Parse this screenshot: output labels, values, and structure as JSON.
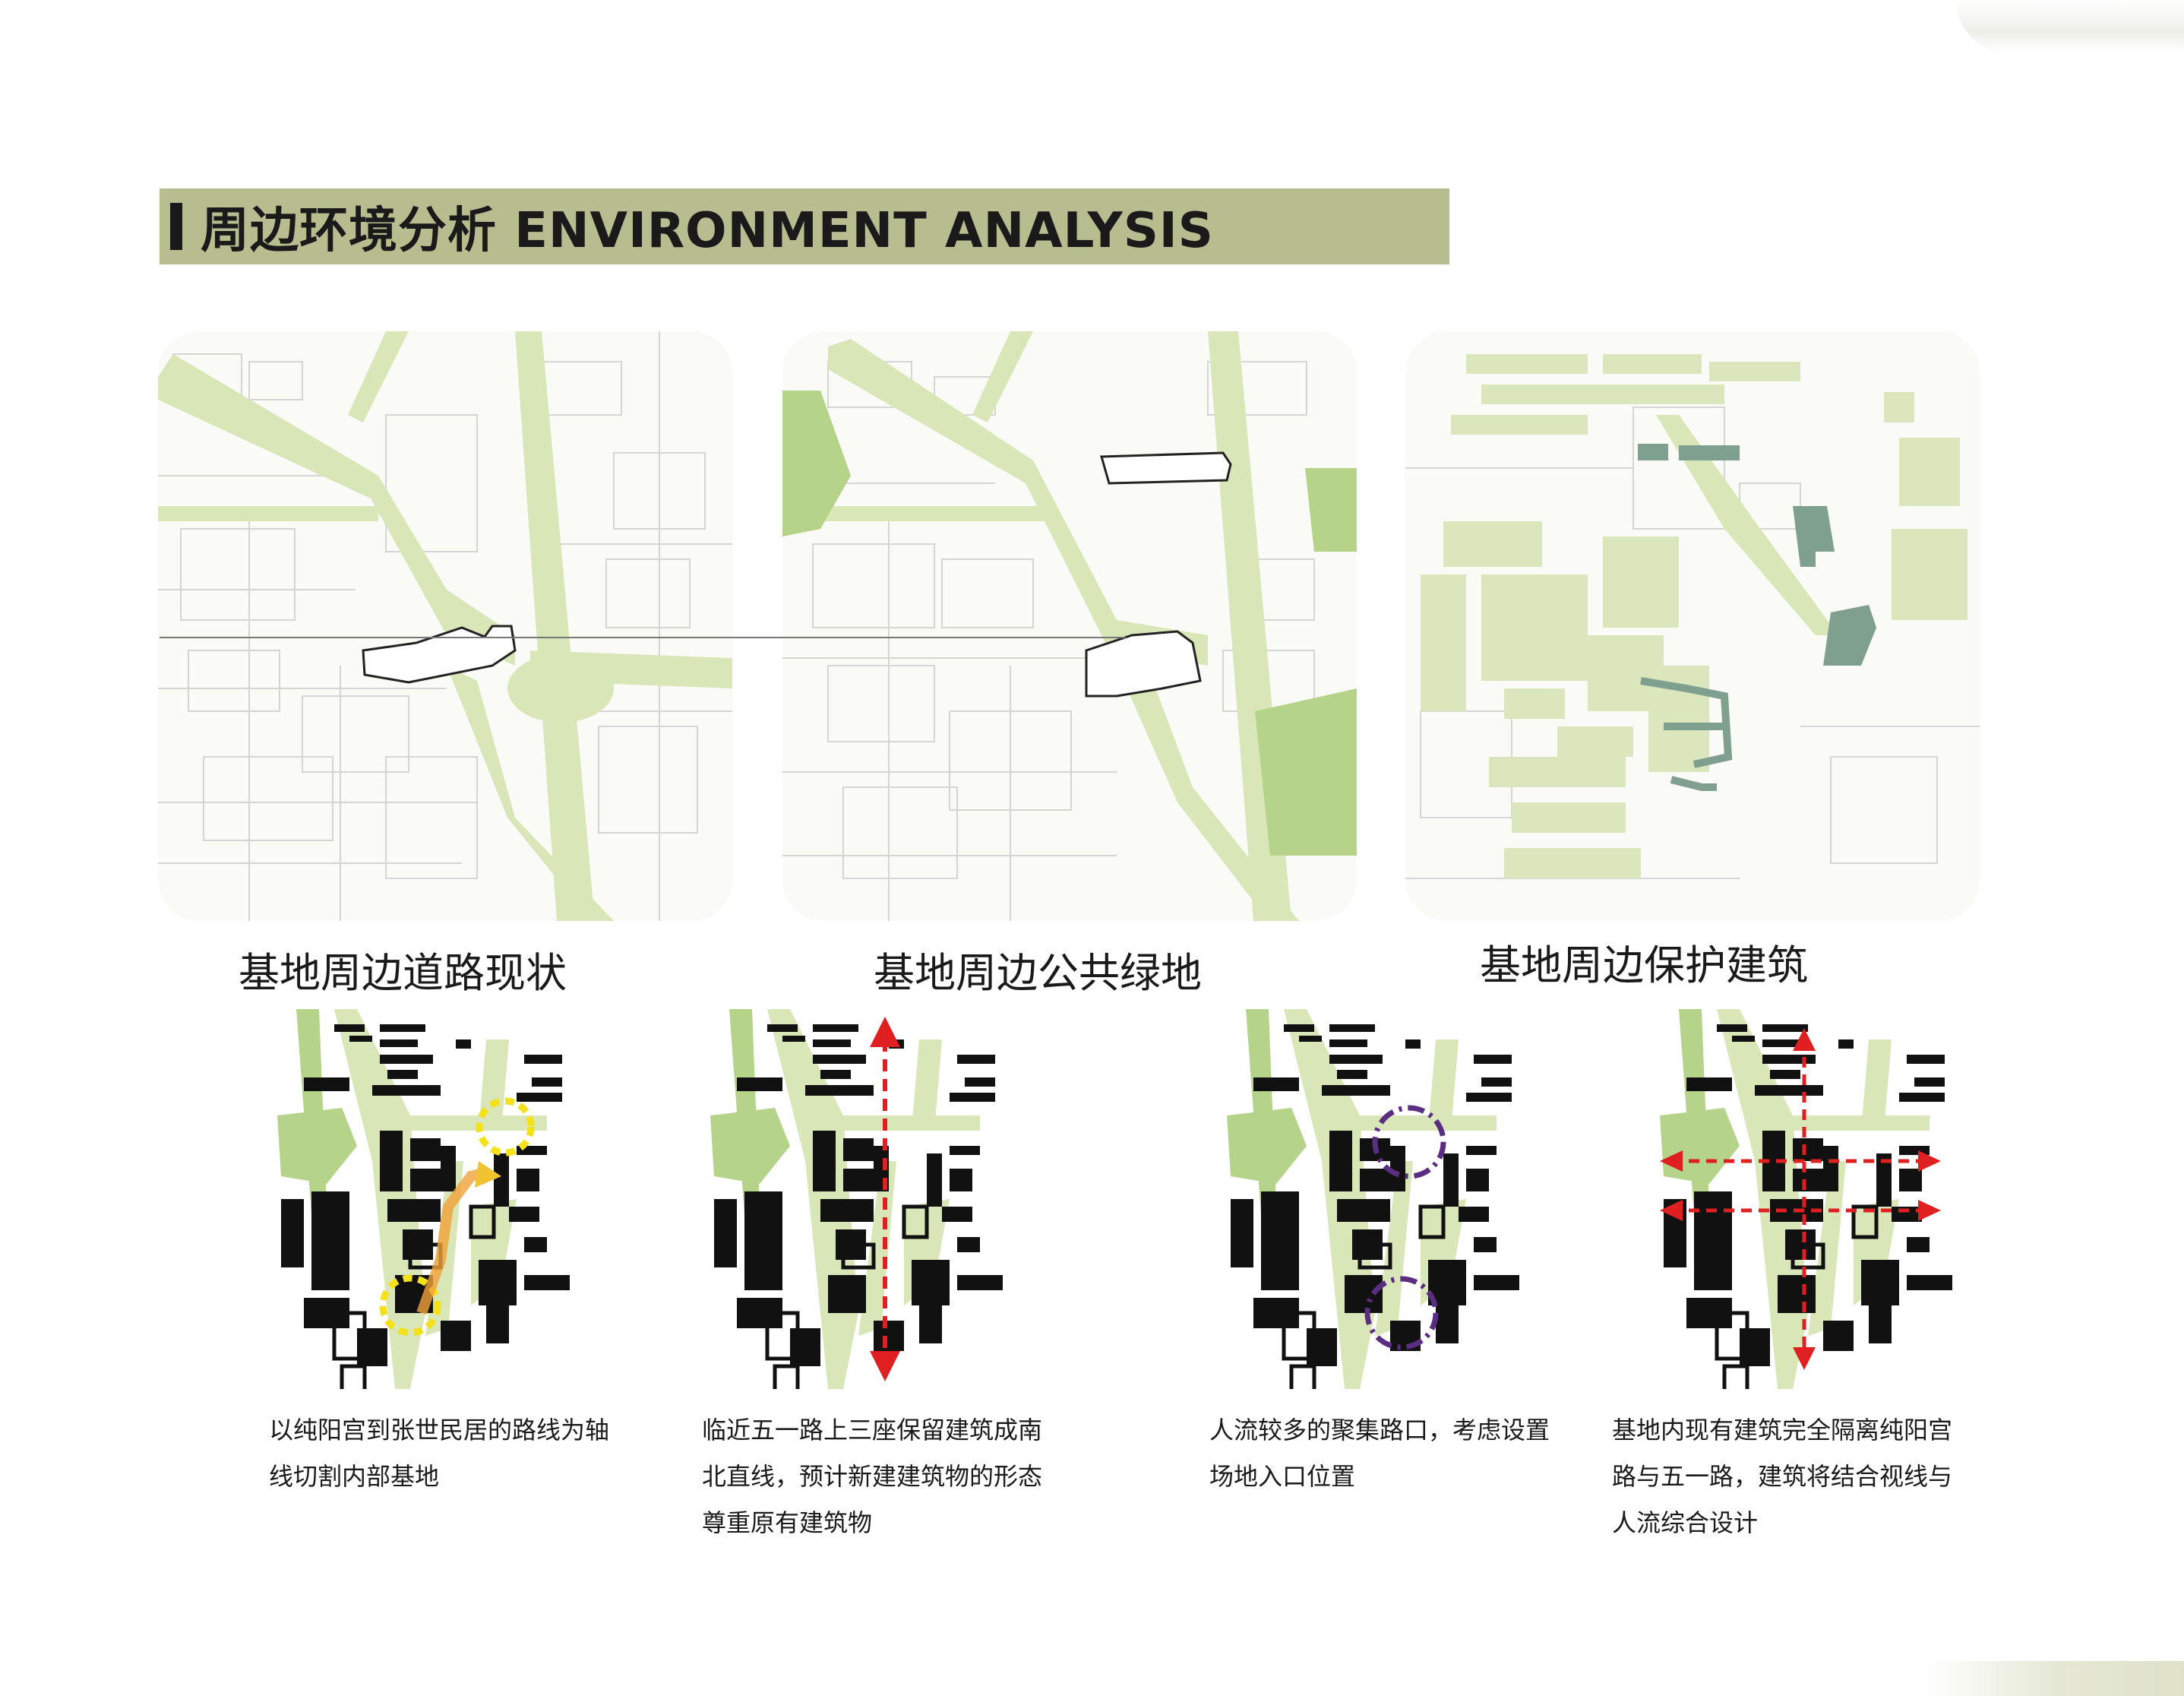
{
  "header": {
    "title": "周边环境分析 ENVIRONMENT ANALYSIS"
  },
  "panels": [
    {
      "caption": "基地周边道路现状"
    },
    {
      "caption": "基地周边公共绿地"
    },
    {
      "caption": "基地周边保护建筑"
    }
  ],
  "analysis": [
    {
      "lines": [
        "以纯阳宫到张世民居的路线为轴",
        "线切割内部基地"
      ]
    },
    {
      "lines": [
        "临近五一路上三座保留建筑成南",
        "北直线，预计新建建筑物的形态",
        "尊重原有建筑物"
      ]
    },
    {
      "lines": [
        "人流较多的聚集路口，考虑设置",
        "场地入口位置"
      ]
    },
    {
      "lines": [
        "基地内现有建筑完全隔离纯阳宫",
        "路与五一路，建筑将结合视线与",
        "人流综合设计"
      ]
    }
  ],
  "colors": {
    "title_bar": "#b7bd8e",
    "road_green": "#d9e6b8",
    "park_green": "#b5d48a",
    "heritage": "#7fa08f",
    "arrow_red": "#e02020",
    "circle_yellow": "#f5e11a",
    "circle_purple": "#5a2d82"
  }
}
